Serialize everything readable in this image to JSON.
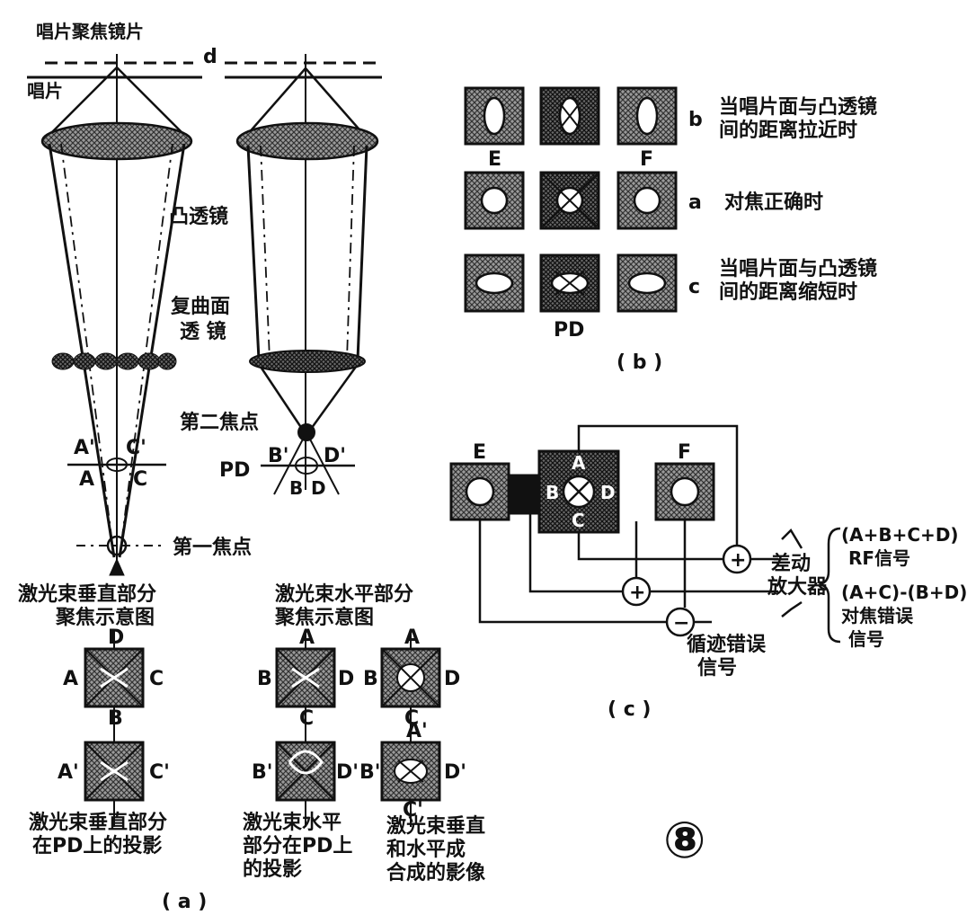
{
  "panel_a": {
    "disc_lens_label": "唱片聚焦镜片",
    "disc_label": "唱片",
    "d_label": "d",
    "convex_lens_label": "凸透镜",
    "compound_lens_label_1": "复曲面",
    "compound_lens_label_2": "透 镜",
    "second_focus_label": "第二焦点",
    "first_focus_label": "第一焦点",
    "pd_label": "PD",
    "pts": {
      "A1": "A'",
      "C1": "C'",
      "A": "A",
      "C": "C",
      "B1": "B'",
      "D1": "D'",
      "B": "B",
      "D": "D"
    },
    "vertical_caption_1": "激光束垂直部分",
    "vertical_caption_2": "聚焦示意图",
    "horizontal_caption_1": "激光束水平部分",
    "horizontal_caption_2": "聚焦示意图",
    "proj_v_1": "激光束垂直部分",
    "proj_v_2": "在PD上的投影",
    "proj_h_1": "激光束水平",
    "proj_h_2": "部分在PD上",
    "proj_h_3": "的投影",
    "proj_c_1": "激光束垂直",
    "proj_c_2": "和水平成",
    "proj_c_3": "合成的影像",
    "caption": "( a )"
  },
  "panel_b": {
    "row_b_key": "b",
    "row_b_text_1": "当唱片面与凸透镜",
    "row_b_text_2": "间的距离拉近时",
    "row_a_key": "a",
    "row_a_text": "对焦正确时",
    "row_c_key": "c",
    "row_c_text_1": "当唱片面与凸透镜",
    "row_c_text_2": "间的距离缩短时",
    "e_label": "E",
    "f_label": "F",
    "pd_label": "PD",
    "caption": "( b )"
  },
  "panel_c": {
    "e_label": "E",
    "f_label": "F",
    "a_label": "A",
    "b_label": "B",
    "c_label": "C",
    "d_label": "D",
    "plus": "+",
    "minus": "−",
    "diff_amp_1": "差动",
    "diff_amp_2": "放大器",
    "sum_formula": "(A+B+C+D)",
    "rf_signal": "RF信号",
    "focus_formula": "(A+C)-(B+D)",
    "focus_error_1": "对焦错误",
    "focus_error_2": "信号",
    "tracking_error_1": "循迹错误",
    "tracking_error_2": "信号",
    "caption": "( c )"
  },
  "figure_number": "⑧"
}
